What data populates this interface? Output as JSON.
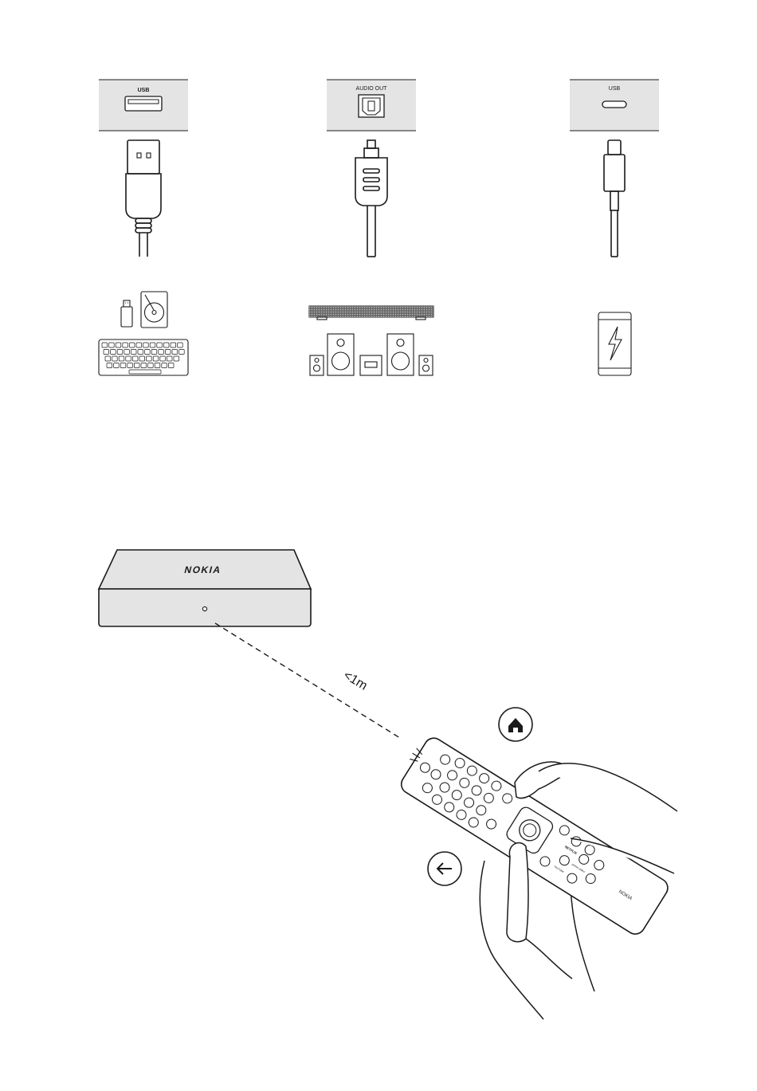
{
  "ports": [
    {
      "label": "USB",
      "kind": "usb-a"
    },
    {
      "label": "AUDIO OUT",
      "kind": "optical"
    },
    {
      "label": "USB",
      "kind": "usb-c"
    }
  ],
  "device": {
    "brand": "NOKIA"
  },
  "distance": {
    "label": "<1m"
  },
  "remote": {
    "brand": "NOKIA",
    "key_labels": [
      "NETFLIX",
      "prime video",
      "YouTube"
    ]
  },
  "callouts": [
    {
      "icon": "home-icon",
      "meaning": "home"
    },
    {
      "icon": "back-arrow-icon",
      "meaning": "back"
    }
  ]
}
